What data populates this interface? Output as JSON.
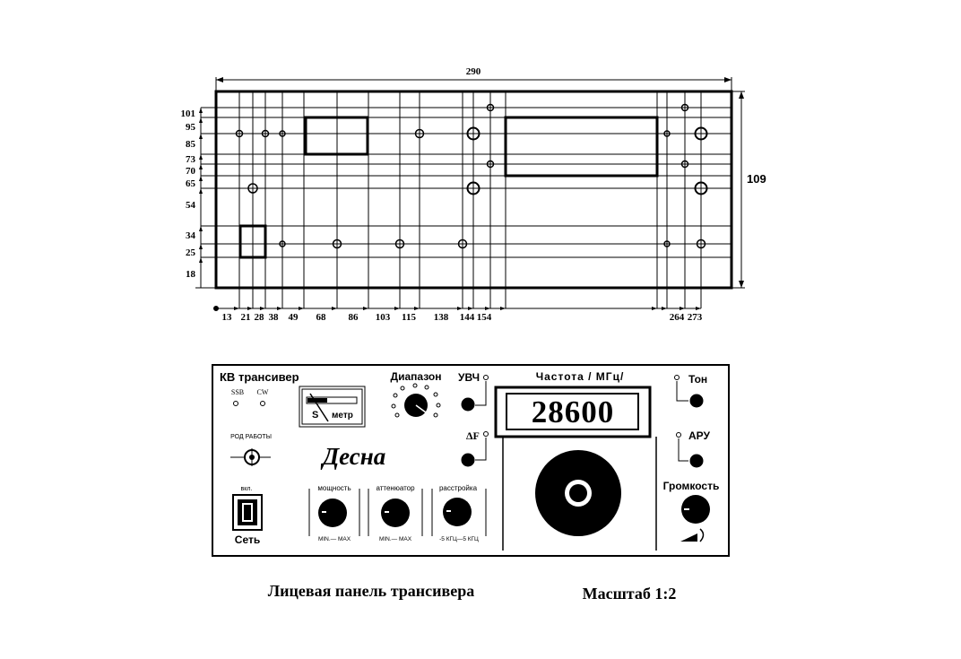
{
  "drawing": {
    "total_width": "290",
    "total_height": "109",
    "y_dims": [
      "101",
      "95",
      "85",
      "73",
      "70",
      "65",
      "54",
      "34",
      "25",
      "18"
    ],
    "x_dims": [
      "13",
      "21",
      "28",
      "38",
      "49",
      "68",
      "86",
      "103",
      "115",
      "138",
      "144",
      "154",
      "264",
      "273"
    ]
  },
  "panel": {
    "brand": "КВ",
    "device": "трансивер",
    "ssb": "SSB",
    "cw": "CW",
    "meter_s": "S",
    "meter_label": "метр",
    "band": "Диапазон",
    "rf_amp": "УВЧ",
    "delta_f": "ΔF",
    "freq_label": "Частота  / МГц/",
    "freq_value": "28600",
    "tone": "Тон",
    "agc": "АРУ",
    "volume": "Громкость",
    "mode": "РОД РАБОТЫ",
    "logo": "Десна",
    "power_switch": "вкл.",
    "mains": "Сеть",
    "power_knob": "мощность",
    "power_scale": "MIN.— MAX",
    "attenuator": "аттенюатор",
    "att_scale": "MIN.— MAX",
    "detune": "расстройка",
    "detune_scale": "-5 КГЦ—5 КГЦ"
  },
  "captions": {
    "title": "Лицевая панель трансивера",
    "scale": "Масштаб  1:2"
  }
}
